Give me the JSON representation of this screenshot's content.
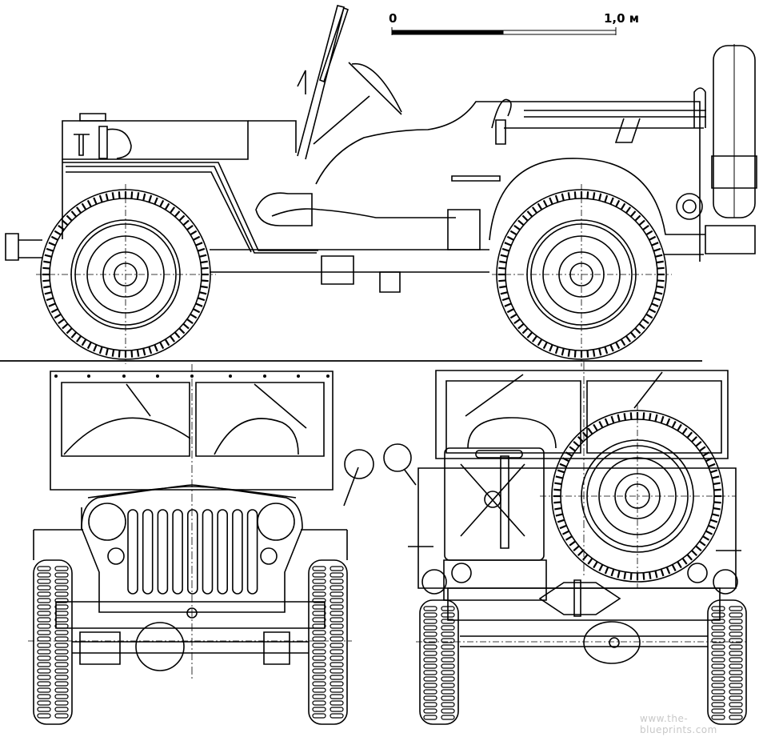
{
  "drawing": {
    "subject": "Willys MB jeep",
    "views": [
      {
        "name": "side-view",
        "label": ""
      },
      {
        "name": "front-view",
        "label": ""
      },
      {
        "name": "rear-view",
        "label": ""
      }
    ]
  },
  "scale_bar": {
    "start_label": "0",
    "end_label": "1,0 м",
    "segments": [
      {
        "fill": "#000000"
      },
      {
        "fill": "#ffffff"
      }
    ]
  },
  "watermark": {
    "text": "www.the-blueprints.com"
  },
  "colors": {
    "line": "#000000",
    "background": "#ffffff",
    "watermark": "#c8c8c8"
  }
}
